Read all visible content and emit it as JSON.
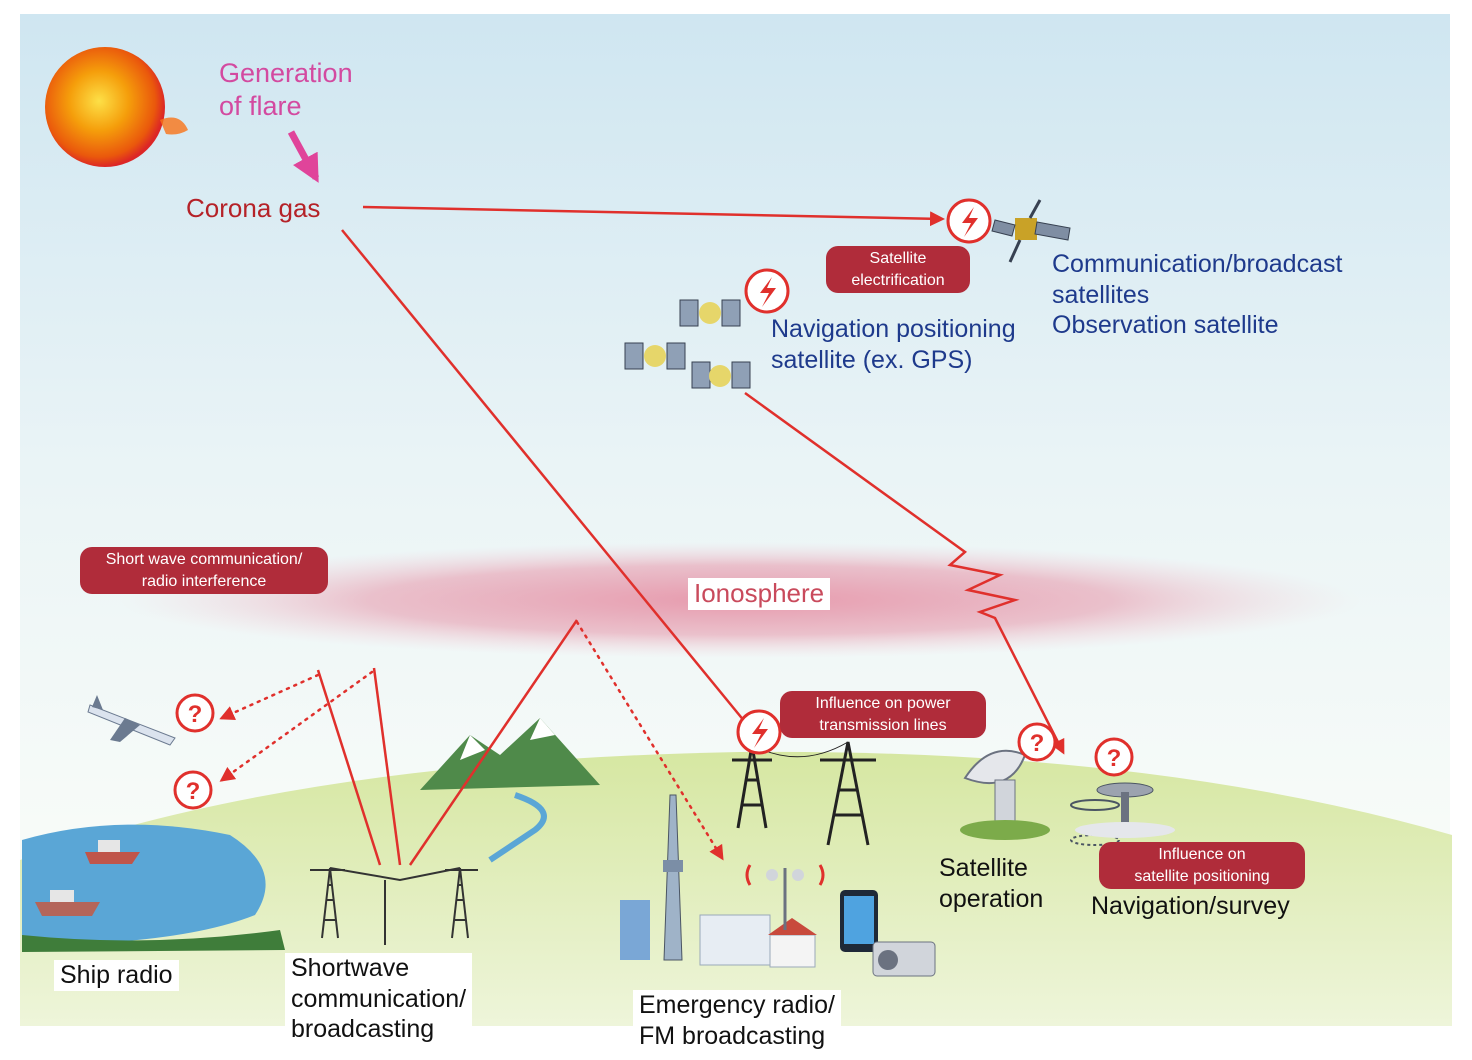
{
  "labels": {
    "generation_of_flare": [
      "Generation",
      "of flare"
    ],
    "corona_gas": "Corona gas",
    "comm_broadcast": [
      "Communication/broadcast",
      "satellites"
    ],
    "observation": "Observation satellite",
    "navigation_sat": [
      "Navigation positioning",
      "satellite (ex. GPS)"
    ],
    "ionosphere": "Ionosphere",
    "ship_radio": "Ship radio",
    "shortwave": [
      "Shortwave",
      "communication/",
      "broadcasting"
    ],
    "emergency": [
      "Emergency radio/",
      "FM broadcasting"
    ],
    "satellite_operation": [
      "Satellite",
      "operation"
    ],
    "navigation_survey": "Navigation/survey"
  },
  "badges": {
    "satellite_electrification": [
      "Satellite",
      "electrification"
    ],
    "short_wave_interference": [
      "Short wave communication/",
      "radio interference"
    ],
    "power_lines": [
      "Influence on power",
      "transmission lines"
    ],
    "satellite_positioning": [
      "Influence on",
      "satellite positioning"
    ]
  },
  "icons": {
    "impact": "lightning-bolt-circle-icon",
    "unknown": "question-mark-circle-icon"
  },
  "colors": {
    "arrow": "#e0302c",
    "flare_arrow": "#e0449a",
    "badge": "#b02c3a",
    "ionosphere": "#d9687e",
    "sun": "#f26a1b",
    "ground": "#c9dc8a"
  }
}
